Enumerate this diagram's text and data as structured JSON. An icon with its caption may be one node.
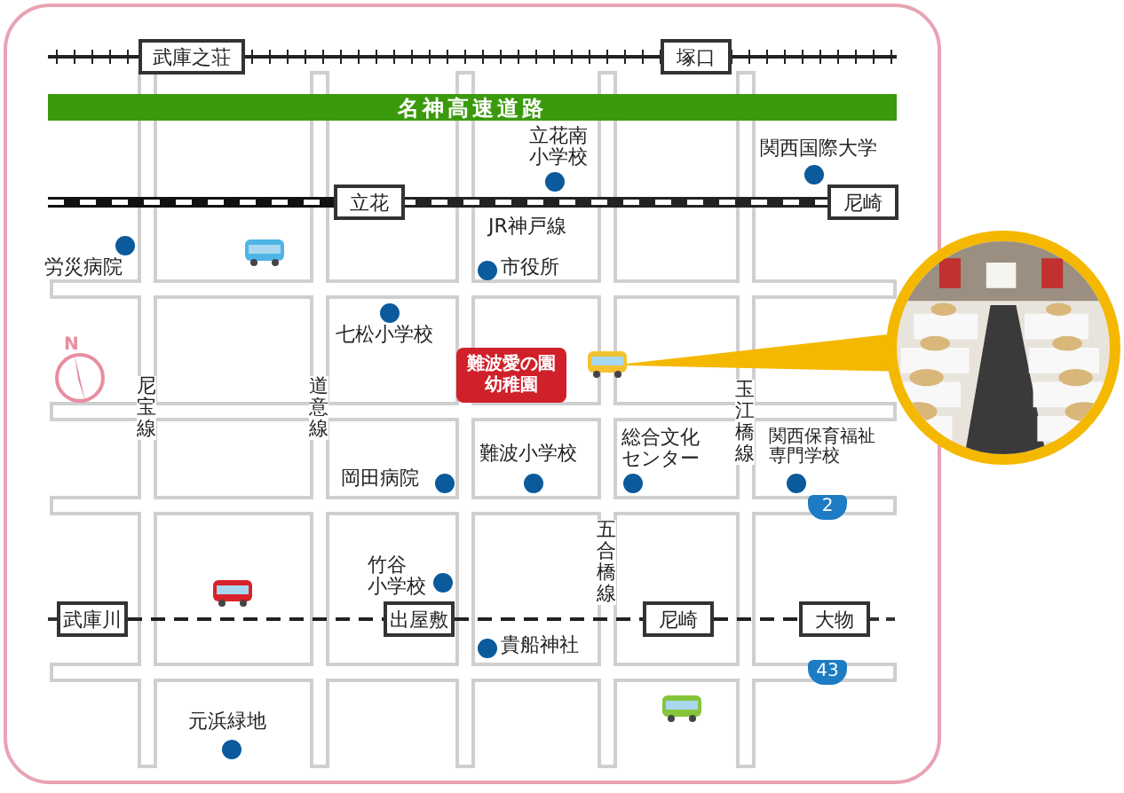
{
  "diagram": {
    "nodes": [
      {
        "text": [
          "武庫之荘"
        ]
      },
      {
        "text": [
          "塚口"
        ]
      },
      {
        "text": [
          "名神高速道路"
        ]
      },
      {
        "text": [
          "立花"
        ]
      },
      {
        "text": [
          "尼崎"
        ]
      },
      {
        "text": [],
        "shape": "picture"
      },
      {
        "text": [
          "難波愛の園幼稚園"
        ]
      },
      {
        "text": [],
        "shape": "picture"
      },
      {
        "text": [
          "武庫川"
        ]
      },
      {
        "text": [
          "出屋敷"
        ]
      },
      {
        "text": [
          "尼崎"
        ]
      },
      {
        "text": [
          "大物"
        ]
      }
    ],
    "edges": [
      {
        "from": 5,
        "to": 7,
        "arrow": "none",
        "color": "#f5b800"
      },
      {
        "from": 0,
        "to": 1,
        "arrow": "none"
      },
      {
        "from": 3,
        "to": 4,
        "arrow": "none",
        "style": "thick"
      },
      {
        "from": 8,
        "to": 9,
        "arrow": "none",
        "style": "dashed"
      },
      {
        "from": 9,
        "to": 10,
        "arrow": "none",
        "style": "dashed"
      },
      {
        "from": 10,
        "to": 11,
        "arrow": "none",
        "style": "dashed"
      }
    ],
    "labels": [
      "立花南小学校",
      "関西国際大学",
      "JR神戸線",
      "労災病院",
      "市役所",
      "七松小学校",
      "N",
      "尼宝線",
      "道意線",
      "岡田病院",
      "難波小学校",
      "総合文化センター",
      "玉江橋線",
      "関西保育福祉専門学校",
      "2",
      "五合橋線",
      "竹谷小学校",
      "貴船神社",
      "43",
      "元浜緑地"
    ]
  }
}
